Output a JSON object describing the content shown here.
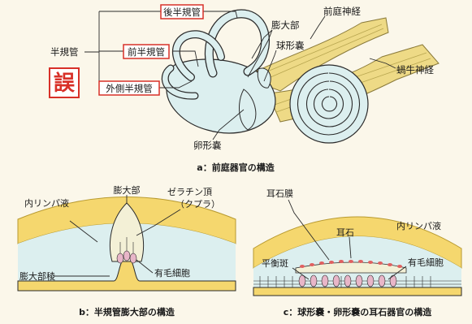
{
  "top": {
    "label_posterior": "後半規管",
    "label_anterior": "前半規管",
    "label_lateral": "外側半規管",
    "label_semicircular": "半規管",
    "label_error": "誤",
    "label_ampulla": "膨大部",
    "label_saccule": "球形嚢",
    "label_utricle": "卵形嚢",
    "label_vestibular_nerve": "前庭神経",
    "label_cochlear_nerve": "蝸牛神経",
    "caption": "a：前庭器官の構造"
  },
  "left": {
    "label_ampulla": "膨大部",
    "label_cupula_line1": "ゼラチン頂",
    "label_cupula_line2": "（クプラ）",
    "label_endolymph": "内リンパ液",
    "label_crista": "膨大部稜",
    "label_hair_cells": "有毛細胞",
    "caption": "b：半規管膨大部の構造"
  },
  "right": {
    "label_otolith_membrane": "耳石膜",
    "label_otolith": "耳石",
    "label_endolymph": "内リンパ液",
    "label_macula": "平衡斑",
    "label_hair_cells": "有毛細胞",
    "caption": "c：球形嚢・卵形嚢の耳石器官の構造"
  },
  "colors": {
    "background": "#fbf7ea",
    "fluid": "#dcefef",
    "membrane": "#f5d76e",
    "nerve": "#eeda86",
    "error_box": "#d83028",
    "line": "#2b2b2b"
  }
}
